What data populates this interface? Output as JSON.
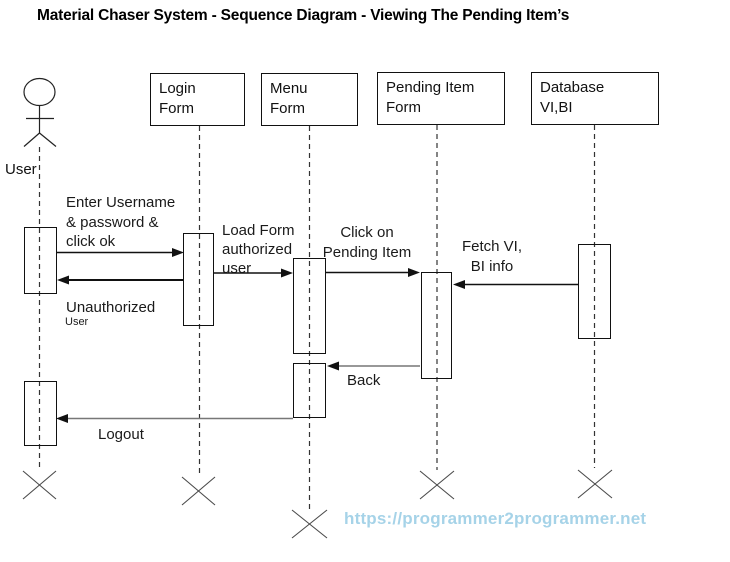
{
  "title": "Material Chaser System - Sequence Diagram - Viewing The Pending Item’s",
  "actor": {
    "label": "User"
  },
  "lifelines": [
    {
      "name": "login-form",
      "label": "Login\nForm"
    },
    {
      "name": "menu-form",
      "label": "Menu\nForm"
    },
    {
      "name": "pending-item-form",
      "label": "Pending Item\nForm"
    },
    {
      "name": "database",
      "label": "Database\nVI,BI"
    }
  ],
  "messages": [
    {
      "name": "enter-credentials",
      "label": "Enter Username\n& password &\nclick ok",
      "from": "User",
      "to": "Login Form"
    },
    {
      "name": "unauthorized",
      "label": "Unauthorized",
      "sublabel": "User",
      "from": "Login Form",
      "to": "User"
    },
    {
      "name": "load-form",
      "label": "Load Form\nauthorized\nuser",
      "from": "Login Form",
      "to": "Menu Form"
    },
    {
      "name": "click-pending-item",
      "label": "Click on\nPending Item",
      "from": "Menu Form",
      "to": "Pending Item Form"
    },
    {
      "name": "fetch-info",
      "label": "Fetch VI,\nBI info",
      "from": "Database VI,BI",
      "to": "Pending Item Form"
    },
    {
      "name": "back",
      "label": "Back",
      "from": "Pending Item Form",
      "to": "Menu Form"
    },
    {
      "name": "logout",
      "label": "Logout",
      "from": "Menu Form",
      "to": "User"
    }
  ],
  "watermark": "https://programmer2programmer.net",
  "colors": {
    "watermark_text": "#a6d3e8",
    "diagram_line": "#1a1a1a"
  }
}
